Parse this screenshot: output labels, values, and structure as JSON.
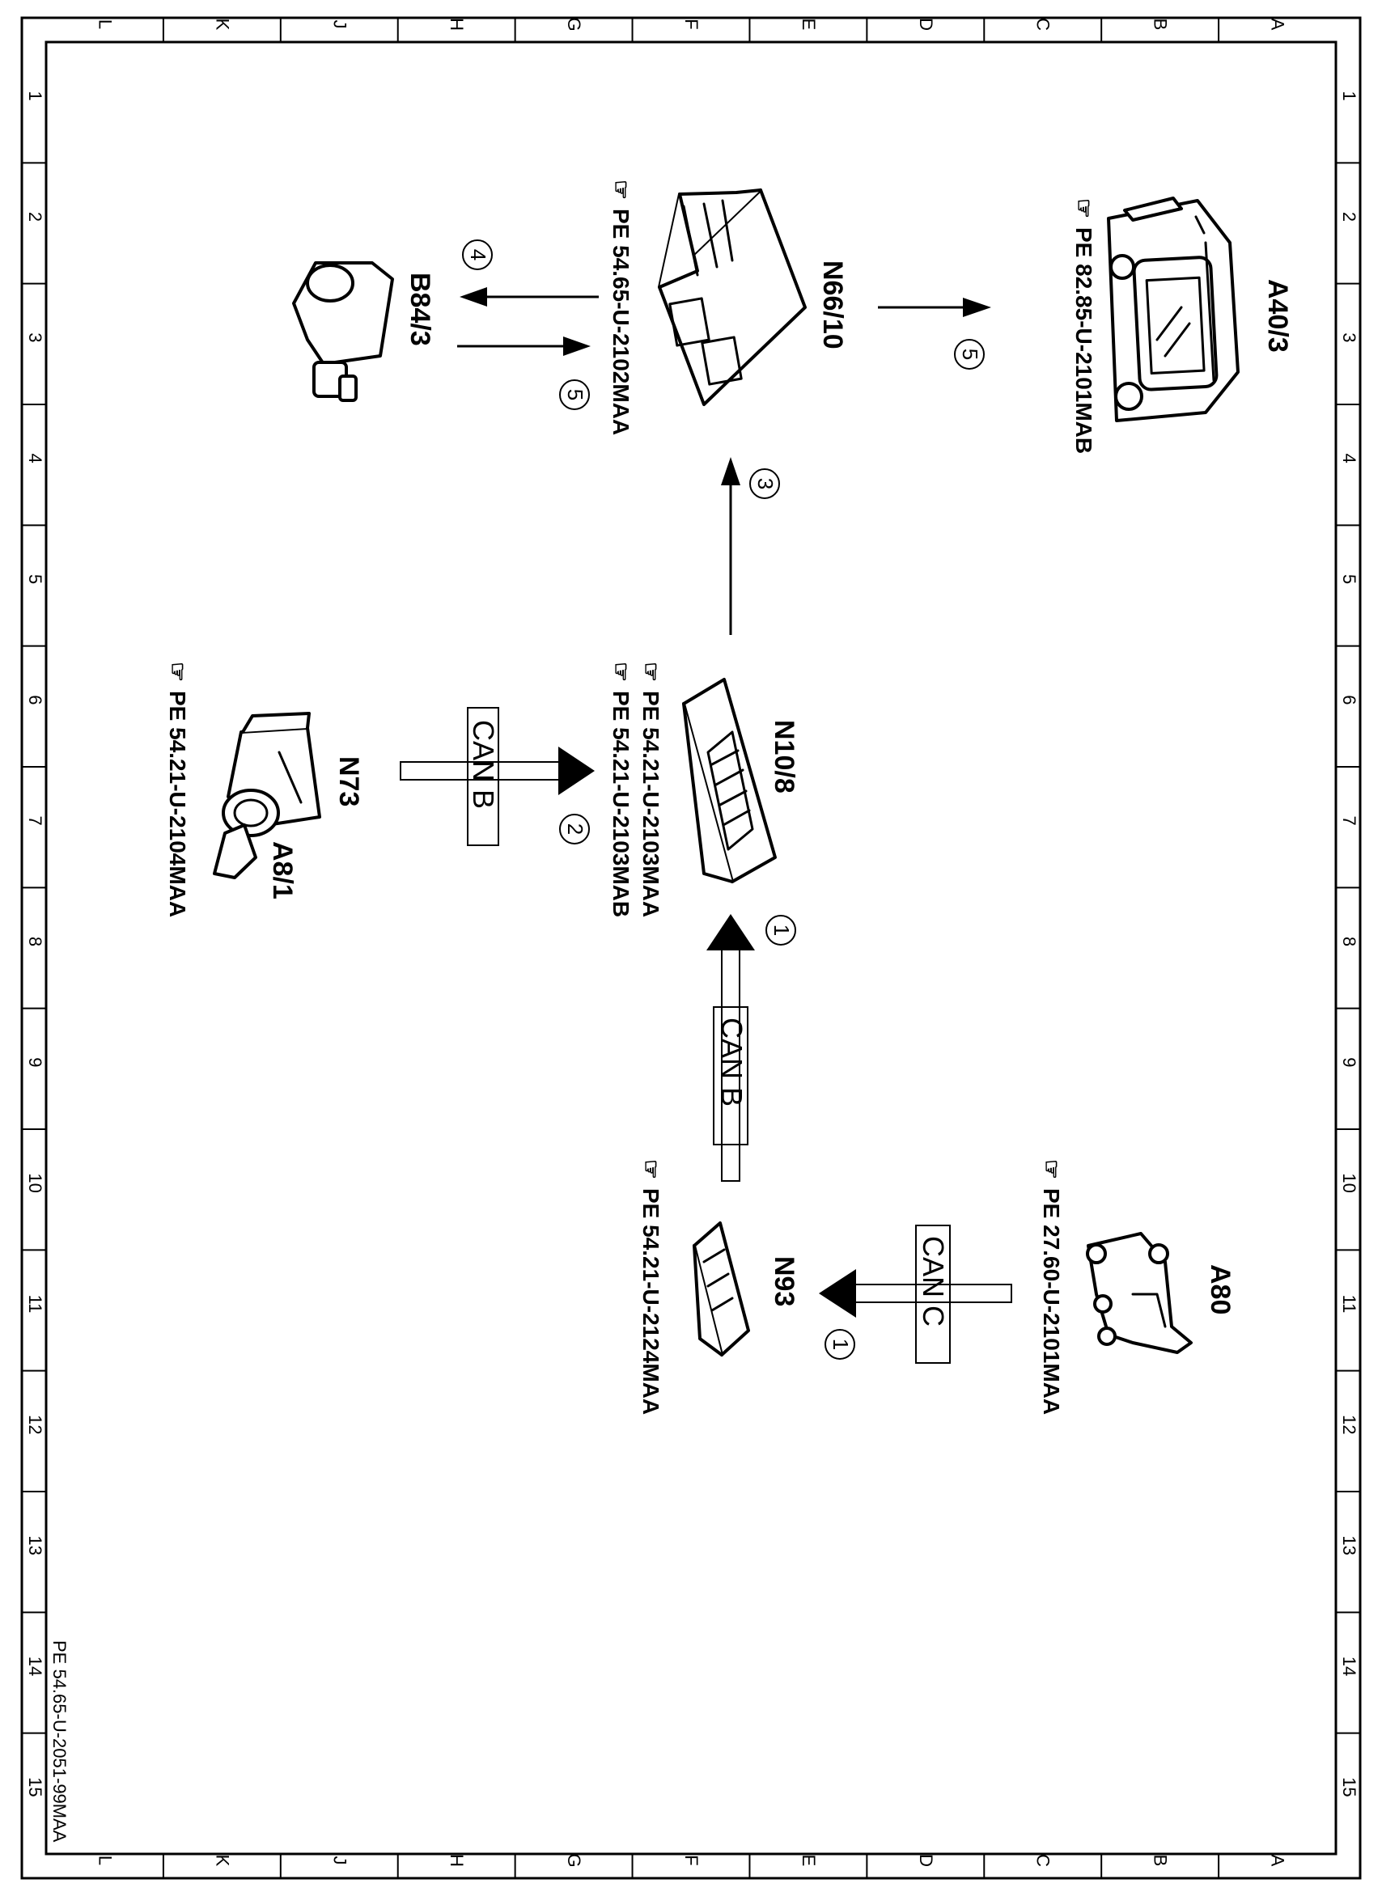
{
  "grid": {
    "letters": [
      "L",
      "K",
      "J",
      "H",
      "G",
      "F",
      "E",
      "D",
      "C",
      "B",
      "A"
    ],
    "numbers": [
      "1",
      "2",
      "3",
      "4",
      "5",
      "6",
      "7",
      "8",
      "9",
      "10",
      "11",
      "12",
      "13",
      "14",
      "15"
    ]
  },
  "components": {
    "a40_3": {
      "label": "A40/3",
      "ref": "PE  82.85-U-2101MAB"
    },
    "n66_10": {
      "label": "N66/10",
      "ref": "PE  54.65-U-2102MAA"
    },
    "b84_3": {
      "label": "B84/3"
    },
    "n10_8": {
      "label": "N10/8",
      "ref1": "PE  54.21-U-2103MAA",
      "ref2": "PE  54.21-U-2103MAB"
    },
    "n73": {
      "label": "N73",
      "sublabel": "A8/1",
      "ref": "PE  54.21-U-2104MAA"
    },
    "a80": {
      "label": "A80",
      "ref": "PE  27.60-U-2101MAA"
    },
    "n93": {
      "label": "N93",
      "ref": "PE  54.21-U-2124MAA"
    }
  },
  "signals": {
    "s1_lower": "1",
    "s1_upper": "1",
    "s2": "2",
    "s3": "3",
    "s4": "4",
    "s5_b84": "5",
    "s5_a40": "5"
  },
  "buses": {
    "can_b_main": "CAN B",
    "can_b_n73": "CAN B",
    "can_c": "CAN C"
  },
  "footer": {
    "doc_id": "PE 54.65-U-2051-99MAA"
  }
}
